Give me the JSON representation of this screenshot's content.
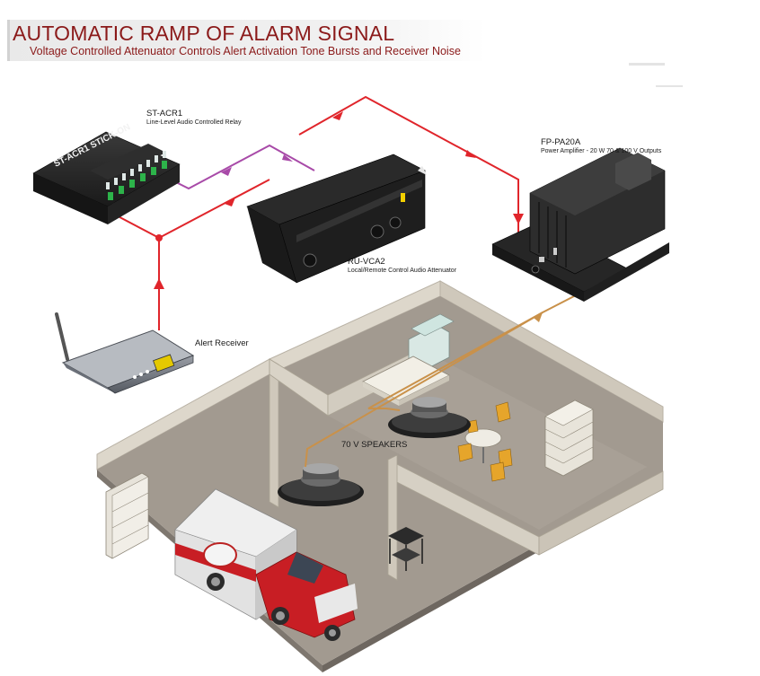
{
  "title": "AUTOMATIC RAMP OF ALARM SIGNAL",
  "subtitle": "Voltage Controlled Attenuator Controls Alert Activation Tone Bursts and Receiver Noise",
  "devices": {
    "relay": {
      "model": "ST-ACR1",
      "description": "Line-Level Audio Controlled Relay",
      "panel_text": "ST-ACR1 STICK-ON"
    },
    "attenuator": {
      "model": "RU-VCA2",
      "description": "Local/Remote Control Audio Attenuator"
    },
    "amplifier": {
      "model": "FP-PA20A",
      "description": "Power Amplifier - 20 W 70 & 100 V Outputs"
    },
    "receiver": {
      "label": "Alert Receiver"
    },
    "speakers": {
      "label": "70 V SPEAKERS"
    }
  },
  "colors": {
    "title": "#8b1a1a",
    "line_signal": "#e0252b",
    "line_control": "#a84aa8",
    "line_speaker": "#c9914a",
    "floor": "#a29a90",
    "wall": "#d8d2c6"
  }
}
